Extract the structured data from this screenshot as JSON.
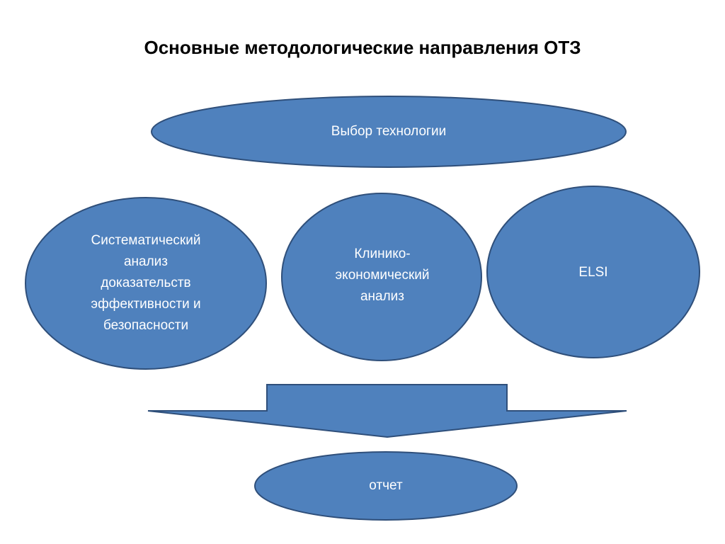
{
  "slide": {
    "title": "Основные методологические направления ОТЗ"
  },
  "colors": {
    "fill": "#4f81bd",
    "stroke": "#2f4f7a",
    "text": "#ffffff"
  },
  "nodes": {
    "top": {
      "label": "Выбор технологии"
    },
    "left": {
      "lines": [
        "Систематический",
        "анализ",
        "доказательств",
        "эффективности и",
        "безопасности"
      ]
    },
    "middle": {
      "lines": [
        "Клинико-",
        "экономический",
        "анализ"
      ]
    },
    "right": {
      "label": "ELSI"
    },
    "bottom": {
      "label": "отчет"
    }
  }
}
